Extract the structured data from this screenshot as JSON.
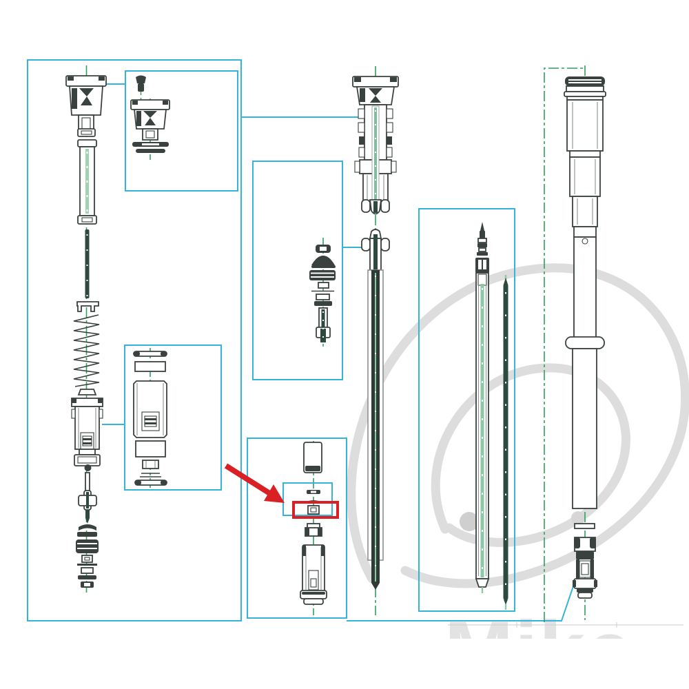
{
  "page": {
    "background": "#ffffff",
    "kind": "exploded-parts-technical-diagram"
  },
  "watermark": {
    "text": "Mike"
  },
  "colors": {
    "box_cyan": "#35b3d8",
    "centerline_green": "#2f9e5e",
    "ink": "#3a423f",
    "highlight_red": "#d92025",
    "watermark_gray": "#d7d7d7",
    "rod_green_dark": "#2e4a3e",
    "rod_green_light": "#8cc8a6"
  },
  "regions": [
    {
      "name": "left-fork-internals-box"
    },
    {
      "name": "fork-cap-detail-box"
    },
    {
      "name": "damper-body-detail-box"
    },
    {
      "name": "piston-stack-detail-box"
    },
    {
      "name": "seal-head-detail-box"
    },
    {
      "name": "highlight-inner-box"
    },
    {
      "name": "highlighted-part-red-box"
    },
    {
      "name": "pointer-arrow"
    },
    {
      "name": "push-rods-box"
    },
    {
      "name": "cartridge-assembly"
    },
    {
      "name": "outer-fork-tube"
    }
  ]
}
